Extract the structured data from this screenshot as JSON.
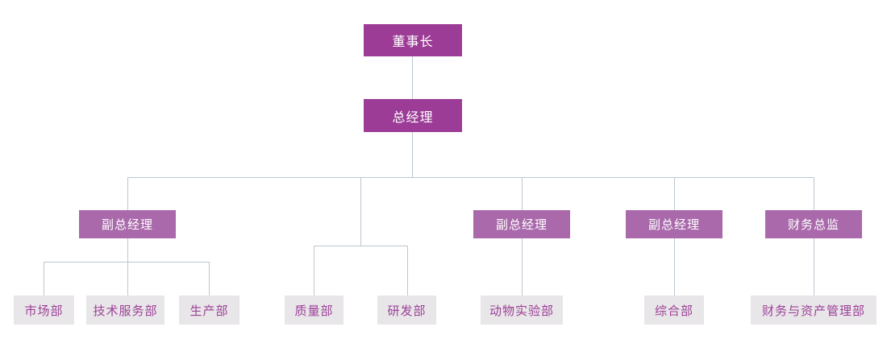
{
  "org": {
    "nodes": {
      "chairman": {
        "label": "董事长"
      },
      "general_manager": {
        "label": "总经理"
      },
      "deputy_gm_1": {
        "label": "副总经理"
      },
      "deputy_gm_2": {
        "label": "副总经理"
      },
      "deputy_gm_3": {
        "label": "副总经理"
      },
      "finance_director": {
        "label": "财务总监"
      },
      "marketing_dept": {
        "label": "市场部"
      },
      "tech_service_dept": {
        "label": "技术服务部"
      },
      "production_dept": {
        "label": "生产部"
      },
      "quality_dept": {
        "label": "质量部"
      },
      "rnd_dept": {
        "label": "研发部"
      },
      "animal_lab_dept": {
        "label": "动物实验部"
      },
      "general_affairs_dept": {
        "label": "综合部"
      },
      "finance_asset_dept": {
        "label": "财务与资产管理部"
      }
    },
    "edges": [
      [
        "chairman",
        "general_manager"
      ],
      [
        "general_manager",
        "deputy_gm_1"
      ],
      [
        "general_manager",
        "quality_dept"
      ],
      [
        "general_manager",
        "rnd_dept"
      ],
      [
        "general_manager",
        "deputy_gm_2"
      ],
      [
        "general_manager",
        "deputy_gm_3"
      ],
      [
        "general_manager",
        "finance_director"
      ],
      [
        "deputy_gm_1",
        "marketing_dept"
      ],
      [
        "deputy_gm_1",
        "tech_service_dept"
      ],
      [
        "deputy_gm_1",
        "production_dept"
      ],
      [
        "deputy_gm_2",
        "animal_lab_dept"
      ],
      [
        "deputy_gm_3",
        "general_affairs_dept"
      ],
      [
        "finance_director",
        "finance_asset_dept"
      ]
    ],
    "colors": {
      "level1_bg": "#9c3c97",
      "level2_bg": "#a969ab",
      "level3_bg": "#e8e6e8",
      "level3_text": "#9c3f98",
      "node_text": "#ffffff",
      "line": "#bcc7d0"
    }
  }
}
